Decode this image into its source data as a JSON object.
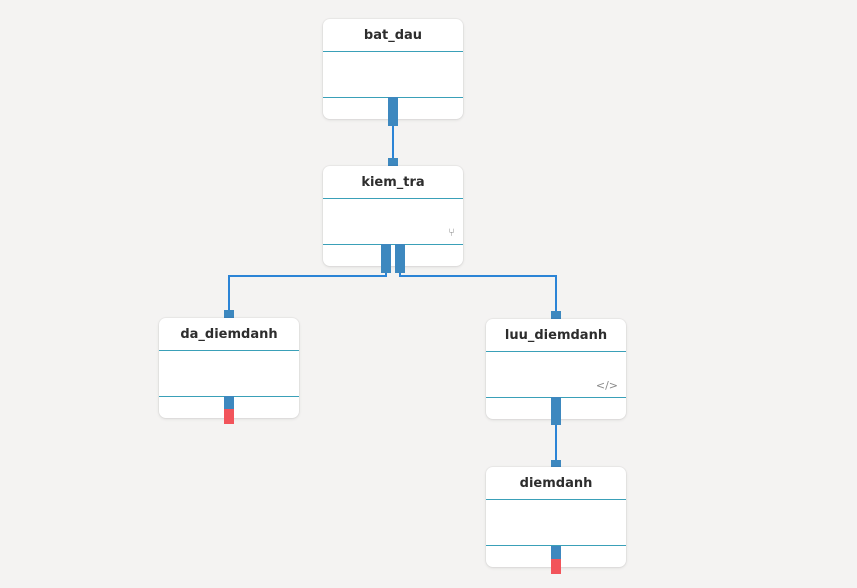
{
  "nodes": [
    {
      "id": "bat_dau",
      "label": "bat_dau",
      "icon": "",
      "icon_name": ""
    },
    {
      "id": "kiem_tra",
      "label": "kiem_tra",
      "icon": "⑂",
      "icon_name": "branch-icon"
    },
    {
      "id": "da_diemdanh",
      "label": "da_diemdanh",
      "icon": "",
      "icon_name": ""
    },
    {
      "id": "luu_diemdanh",
      "label": "luu_diemdanh",
      "icon": "</>",
      "icon_name": "code-icon"
    },
    {
      "id": "diemdanh",
      "label": "diemdanh",
      "icon": "",
      "icon_name": ""
    }
  ],
  "edges": [
    {
      "from": "bat_dau",
      "to": "kiem_tra"
    },
    {
      "from": "kiem_tra",
      "to": "da_diemdanh"
    },
    {
      "from": "kiem_tra",
      "to": "luu_diemdanh"
    },
    {
      "from": "luu_diemdanh",
      "to": "diemdanh"
    }
  ],
  "terminal_nodes": [
    "da_diemdanh",
    "diemdanh"
  ],
  "colors": {
    "background": "#f4f3f2",
    "edge": "#2b84d6",
    "port": "#3d88bf",
    "end_port": "#f2545b",
    "divider": "#3aa0b8"
  }
}
